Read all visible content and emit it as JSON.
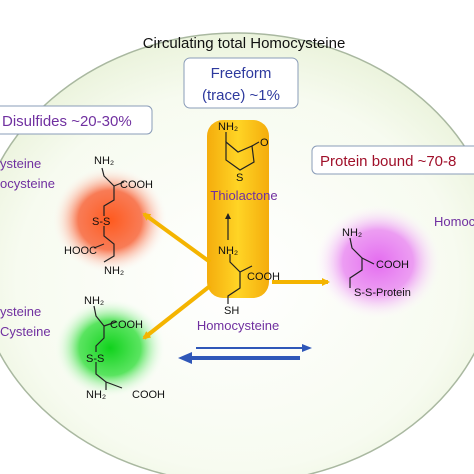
{
  "title": "Circulating total Homocysteine",
  "freeform": {
    "line1": "Freeform",
    "line2": "(trace) ~1%"
  },
  "disulfides": {
    "header": "Disulfides ~20-30%",
    "label_top_1": "ysteine",
    "label_top_2": "ocysteine",
    "label_bottom_1": "ysteine",
    "label_bottom_2": "Cysteine"
  },
  "protein_bound": {
    "header": "Protein bound ~70-8",
    "side_label": "Homoc"
  },
  "thiolactone": {
    "label": "Thiolactone",
    "nh2": "NH₂",
    "o": "O",
    "s": "S"
  },
  "homocysteine": {
    "label": "Homocysteine",
    "nh2": "NH₂",
    "cooh": "COOH",
    "sh": "SH"
  },
  "orange_dimer": {
    "nh2_top": "NH₂",
    "cooh": "COOH",
    "ss": "S-S",
    "hoocc": "HOOC",
    "nh2_bottom": "NH₂"
  },
  "green_dimer": {
    "nh2_top": "NH₂",
    "cooh_top": "COOH",
    "ss": "S-S",
    "nh2_bottom": "NH₂",
    "cooh_bottom": "COOH"
  },
  "protein_molecule": {
    "nh2": "NH₂",
    "cooh": "COOH",
    "ssprotein": "S-S-Protein"
  },
  "colors": {
    "purple_text": "#7030a0",
    "blue_text": "#2e3a9e",
    "dark_red_text": "#a0102a",
    "arrow_yellow": "#f4b400",
    "arrow_blue": "#2f57b8",
    "orange_glow": "#f0501c",
    "green_glow": "#22d32a",
    "pink_glow": "#e070e8",
    "yellow_bar": "#f8c10a"
  }
}
